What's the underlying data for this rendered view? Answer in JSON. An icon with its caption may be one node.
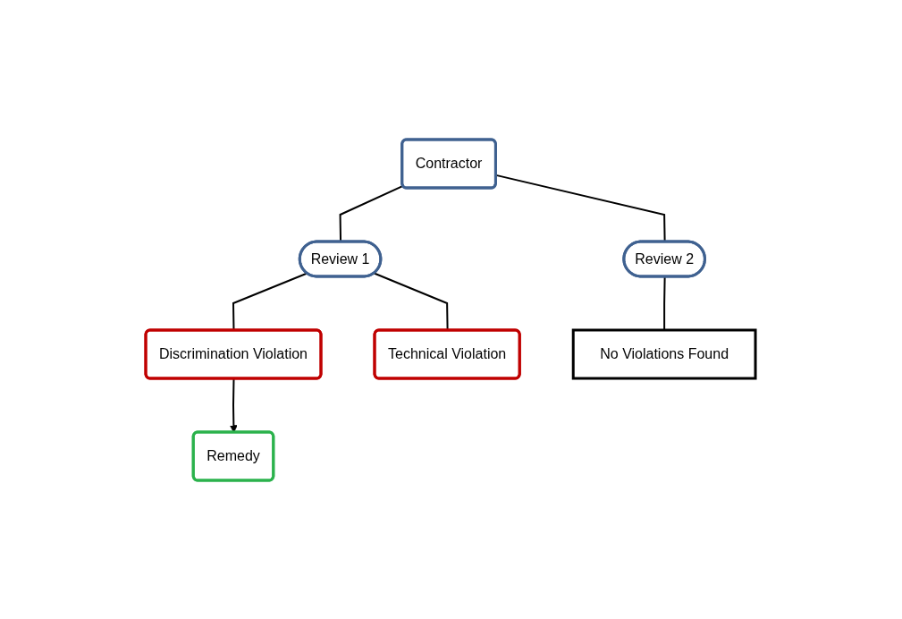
{
  "diagram": {
    "nodes": [
      {
        "text": [
          "Contractor"
        ]
      },
      {
        "text": [
          "Review 1"
        ]
      },
      {
        "text": [
          "Review 2"
        ]
      },
      {
        "text": [
          "Discrimination Violation"
        ]
      },
      {
        "text": [
          "Technical Violation"
        ]
      },
      {
        "text": [
          "No Violations Found"
        ]
      },
      {
        "text": [
          "Remedy"
        ]
      }
    ],
    "edges": [
      {
        "from": 0,
        "to": 1,
        "arrow": "none"
      },
      {
        "from": 0,
        "to": 2,
        "arrow": "none"
      },
      {
        "from": 1,
        "to": 3,
        "arrow": "none"
      },
      {
        "from": 1,
        "to": 4,
        "arrow": "none"
      },
      {
        "from": 2,
        "to": 5,
        "arrow": "none"
      },
      {
        "from": 3,
        "to": 6,
        "arrow": "to"
      }
    ]
  }
}
